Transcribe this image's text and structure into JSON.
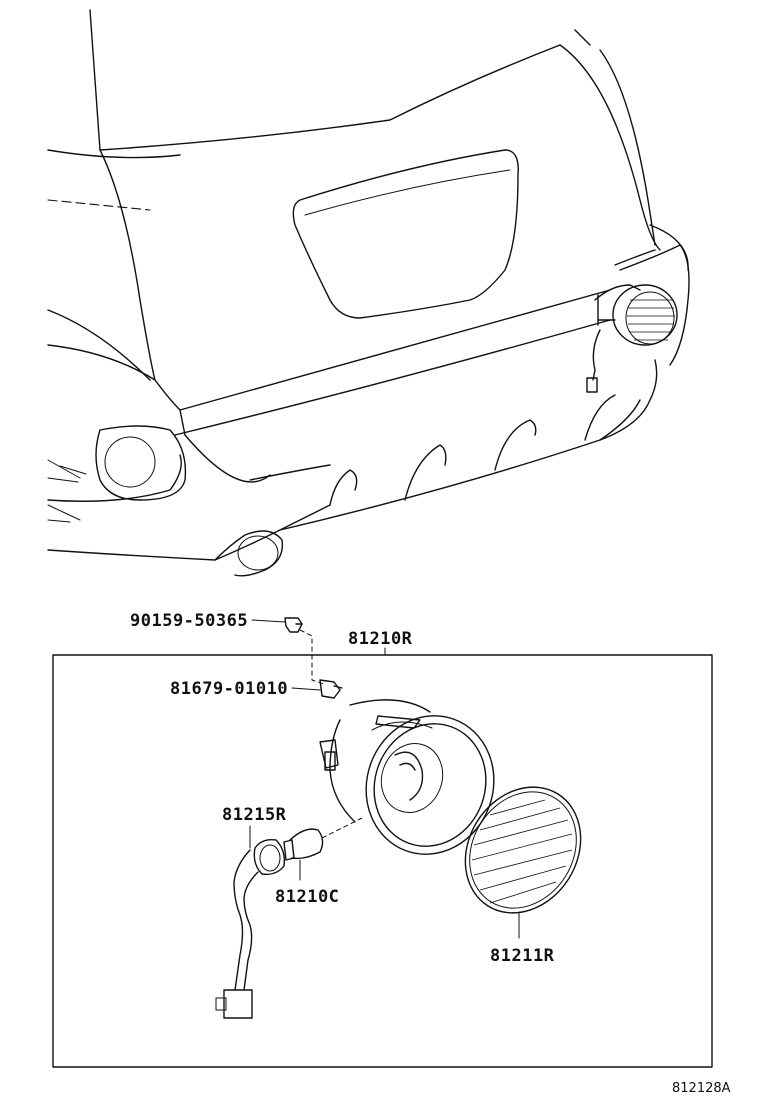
{
  "parts": {
    "clip": "90159-50365",
    "assembly": "81210R",
    "bracket": "81679-01010",
    "socket": "81215R",
    "bulb": "81210C",
    "lens": "81211R"
  },
  "illustration_code": "812128A"
}
